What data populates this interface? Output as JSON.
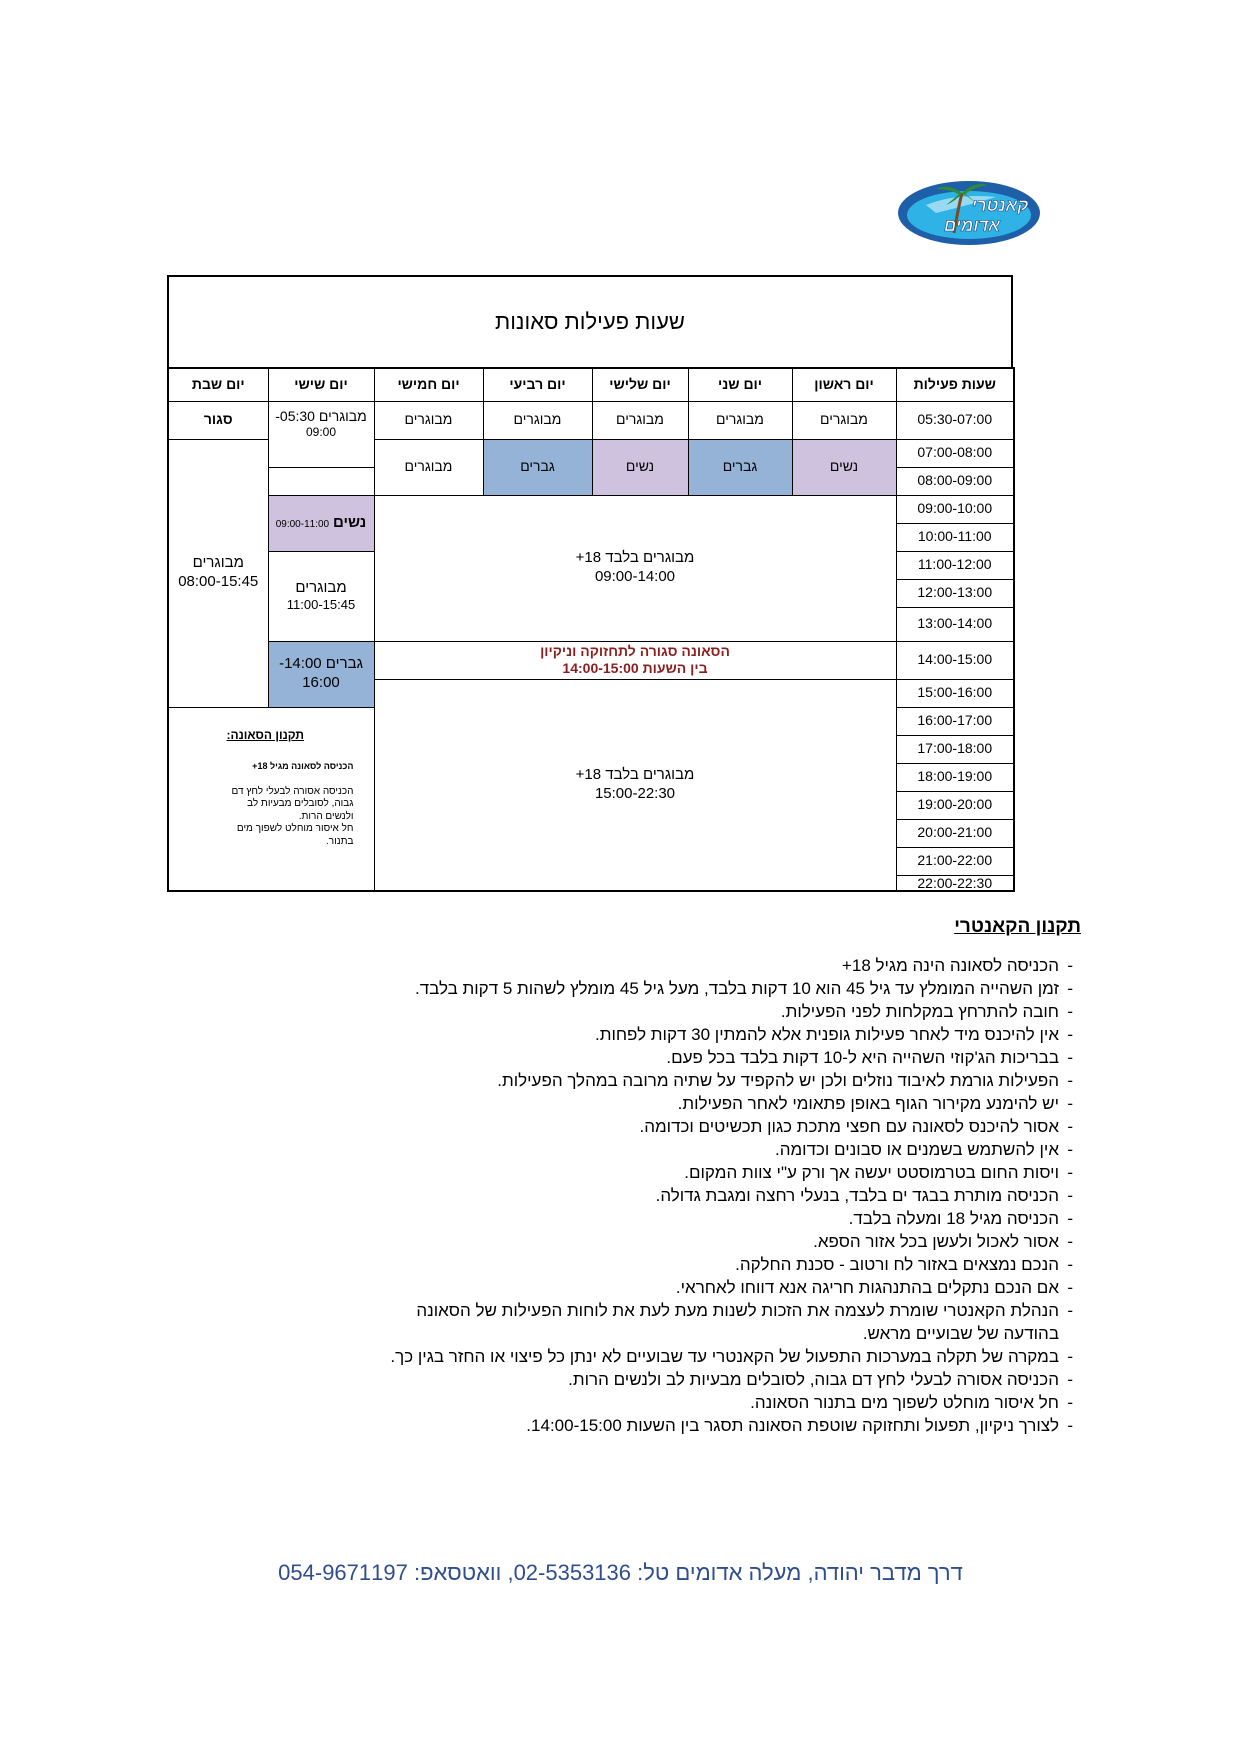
{
  "logo": {
    "text_line1": "קאנטרי",
    "text_line2": "אדומים",
    "colors": {
      "blue": "#1e5fa8",
      "water": "#2fb3e6",
      "palm": "#2e8b3a"
    }
  },
  "schedule": {
    "title": "שעות פעילות סאונות",
    "headers": [
      "שעות פעילות",
      "יום ראשון",
      "יום שני",
      "יום שלישי",
      "יום רביעי",
      "יום חמישי",
      "יום שישי",
      "יום שבת"
    ],
    "times": [
      "05:30-07:00",
      "07:00-08:00",
      "08:00-09:00",
      "09:00-10:00",
      "10:00-11:00",
      "11:00-12:00",
      "12:00-13:00",
      "13:00-14:00",
      "14:00-15:00",
      "15:00-16:00",
      "16:00-17:00",
      "17:00-18:00",
      "18:00-19:00",
      "19:00-20:00",
      "20:00-21:00",
      "21:00-22:00",
      "22:00-22:30"
    ],
    "early": {
      "sun": "מבוגרים",
      "mon": "מבוגרים",
      "tue": "מבוגרים",
      "wed": "מבוגרים",
      "thu": "מבוגרים"
    },
    "morning": {
      "sun": "נשים",
      "mon": "גברים",
      "tue": "נשים",
      "wed": "גברים",
      "thu": "מבוגרים"
    },
    "weekday_day": {
      "line1": "מבוגרים בלבד 18+",
      "line2": "09:00-14:00"
    },
    "maintenance": {
      "line1": "הסאונה סגורה לתחזוקה וניקיון",
      "line2": "בין השעות 14:00-15:00"
    },
    "weekday_evening": {
      "line1": "מבוגרים בלבד 18+",
      "line2": "15:00-22:30"
    },
    "friday": {
      "early": {
        "line1": "מבוגרים 05:30-",
        "line2": "09:00"
      },
      "women": {
        "label": "נשים",
        "time": "09:00-11:00"
      },
      "adults": {
        "line1": "מבוגרים",
        "line2": "11:00-15:45"
      },
      "men": {
        "line1": "גברים 14:00-",
        "line2": "16:00"
      }
    },
    "saturday": {
      "closed": "סגור",
      "adults": {
        "line1": "מבוגרים",
        "line2": "08:00-15:45"
      }
    },
    "sauna_rules": {
      "title": "תקנון הסאונה:",
      "item1": "הכניסה לסאונה מגיל 18+",
      "item2": "הכניסה אסורה לבעלי לחץ דם גבוה, לסובלים מבעיות לב ולנשים הרות.",
      "item3": "חל איסור מוחלט לשפוך מים בתנור."
    }
  },
  "country_rules": {
    "title": "תקנון הקאנטרי",
    "items": [
      "הכניסה לסאונה הינה מגיל 18+",
      "זמן השהייה המומלץ עד גיל 45 הוא 10 דקות בלבד, מעל גיל 45 מומלץ לשהות 5 דקות בלבד.",
      "חובה להתרחץ במקלחות לפני הפעילות.",
      "אין להיכנס מיד לאחר פעילות גופנית אלא להמתין 30 דקות לפחות.",
      "בבריכות הג'קוזי השהייה היא ל-10 דקות בלבד בכל פעם.",
      "הפעילות גורמת לאיבוד נוזלים ולכן יש להקפיד על שתיה מרובה במהלך הפעילות.",
      "יש להימנע מקירור הגוף באופן פתאומי לאחר הפעילות.",
      "אסור להיכנס לסאונה עם חפצי מתכת כגון תכשיטים וכדומה.",
      "אין להשתמש בשמנים או סבונים וכדומה.",
      "ויסות החום בטרמוסטט יעשה אך ורק ע\"י צוות המקום.",
      "הכניסה מותרת בבגד ים בלבד, בנעלי רחצה ומגבת גדולה.",
      "הכניסה מגיל 18 ומעלה בלבד.",
      "אסור לאכול ולעשן בכל אזור הספא.",
      "הנכם נמצאים באזור לח ורטוב - סכנת החלקה.",
      "אם הנכם נתקלים בהתנהגות חריגה אנא דווחו לאחראי.",
      "הנהלת הקאנטרי שומרת לעצמה את הזכות לשנות מעת לעת את לוחות הפעילות של הסאונה בהודעה של שבועיים מראש.",
      "במקרה של תקלה במערכות התפעול של הקאנטרי עד שבועיים לא ינתן כל פיצוי או החזר בגין כך.",
      "הכניסה אסורה לבעלי לחץ דם גבוה, לסובלים מבעיות לב ולנשים הרות.",
      "חל איסור מוחלט לשפוך מים בתנור הסאונה.",
      "לצורך ניקיון, תפעול ותחזוקה שוטפת הסאונה תסגר בין השעות 14:00-15:00."
    ]
  },
  "footer": {
    "text": "דרך מדבר יהודה, מעלה אדומים טל: 02-5353136, וואטסאפ: 054-9671197"
  }
}
